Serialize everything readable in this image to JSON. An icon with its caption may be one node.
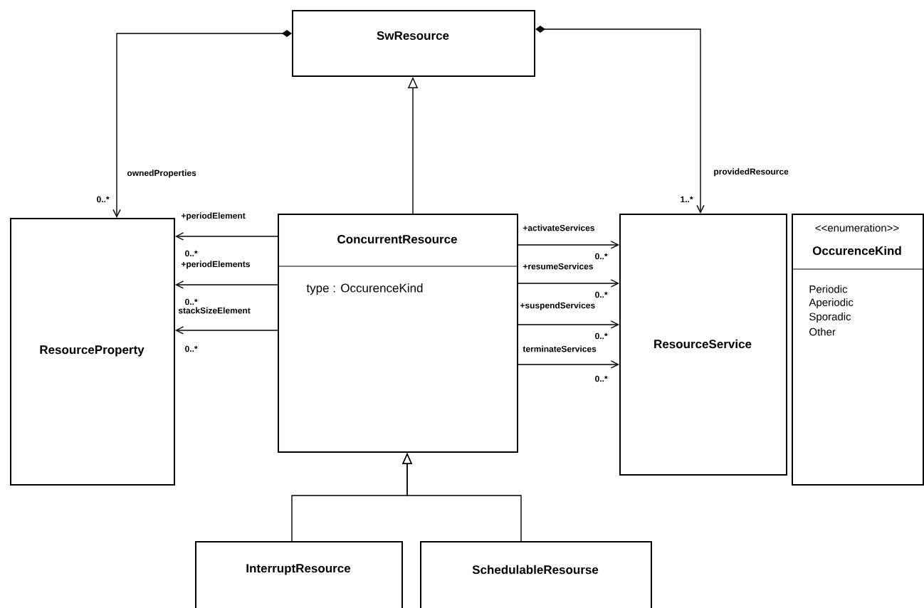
{
  "diagram": {
    "nodes": [
      {
        "text": [
          "SwResource"
        ]
      },
      {
        "text": [
          "ResourceProperty"
        ]
      },
      {
        "text": [
          "ConcurrentResource",
          "type : OccurenceKind"
        ]
      },
      {
        "text": [
          "ResourceService"
        ]
      },
      {
        "text": [
          "<<enumeration>>",
          "OccurenceKind",
          "Periodic",
          "Aperiodic",
          "Sporadic",
          "Other"
        ]
      },
      {
        "text": [
          "InterruptResource"
        ]
      },
      {
        "text": [
          "SchedulableResourse"
        ]
      }
    ],
    "edges": [
      {
        "from": 0,
        "to": 1,
        "arrow": "to",
        "label": "ownedProperties"
      },
      {
        "from": 0,
        "to": 3,
        "arrow": "to",
        "label": "providedResource"
      },
      {
        "from": 2,
        "to": 0,
        "arrow": "to"
      },
      {
        "from": 2,
        "to": 1,
        "arrow": "to",
        "label": "+periodElement"
      },
      {
        "from": 2,
        "to": 1,
        "arrow": "to",
        "label": "+periodElements"
      },
      {
        "from": 2,
        "to": 1,
        "arrow": "to",
        "label": "stackSizeElement"
      },
      {
        "from": 2,
        "to": 3,
        "arrow": "to",
        "label": "+activateServices"
      },
      {
        "from": 2,
        "to": 3,
        "arrow": "to",
        "label": "+resumeServices"
      },
      {
        "from": 2,
        "to": 3,
        "arrow": "to",
        "label": "+suspendServices"
      },
      {
        "from": 2,
        "to": 3,
        "arrow": "to",
        "label": "terminateServices"
      },
      {
        "from": 5,
        "to": 2,
        "arrow": "to"
      },
      {
        "from": 6,
        "to": 2,
        "arrow": "to"
      }
    ],
    "labels": [
      "0..*",
      "1..*",
      "0..*",
      "0..*",
      "0..*",
      "0..*",
      "0..*",
      "0..*",
      "0..*"
    ]
  }
}
